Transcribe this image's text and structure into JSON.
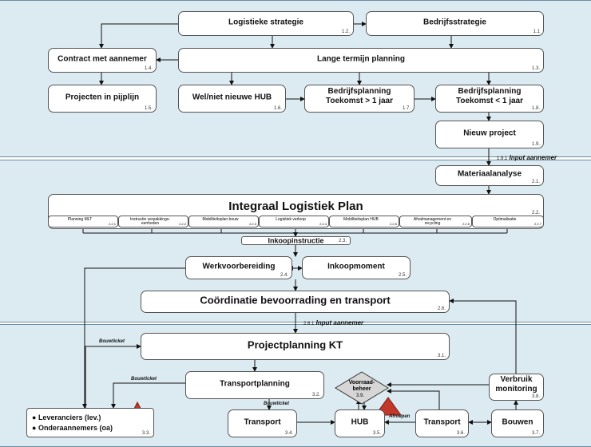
{
  "boxes": {
    "logistieke_strategie": {
      "label": "Logistieke strategie",
      "num": "1.2."
    },
    "bedrijfsstrategie": {
      "label": "Bedrijfsstrategie",
      "num": "1.1"
    },
    "contract": {
      "label": "Contract met aannemer",
      "num": "1.4."
    },
    "lange_termijn": {
      "label": "Lange termijn planning",
      "num": "1.3."
    },
    "projecten": {
      "label": "Projecten in pijplijn",
      "num": "1.5."
    },
    "hub_keuze": {
      "label": "Wel/niet nieuwe HUB",
      "num": "1.6."
    },
    "bp_groot": {
      "label": "Bedrijfsplanning\nToekomst > 1 jaar",
      "num": "1.7."
    },
    "bp_klein": {
      "label": "Bedrijfsplanning\nToekomst < 1 jaar",
      "num": "1.8."
    },
    "nieuw_project": {
      "label": "Nieuw project",
      "num": "1.9."
    },
    "materiaalanalyse": {
      "label": "Materiaalanalyse",
      "num": "2.1."
    },
    "ilp": {
      "label": "Integraal Logistiek Plan",
      "num": "2.2."
    },
    "inkoopinstructie": {
      "label": "Inkoopinstructie",
      "num": "2.3."
    },
    "werkvoorbereiding": {
      "label": "Werkvoorbereiding",
      "num": "2.4."
    },
    "inkoopmoment": {
      "label": "Inkoopmoment",
      "num": "2.5."
    },
    "coordinatie": {
      "label": "Coördinatie bevoorrading en transport",
      "num": "2.6."
    },
    "projectplanning": {
      "label": "Projectplanning KT",
      "num": "3.1."
    },
    "transportplanning": {
      "label": "Transportplanning",
      "num": "3.2."
    },
    "voorraadbeheer": {
      "label": "Voorraad-\nbeheer",
      "num": "3.9."
    },
    "verbruik": {
      "label": "Verbruik\nmonitoring",
      "num": "3.8."
    },
    "transport1": {
      "label": "Transport",
      "num": "3.4."
    },
    "hub": {
      "label": "HUB",
      "num": "3.5."
    },
    "transport2": {
      "label": "Transport",
      "num": "3.6."
    },
    "bouwen": {
      "label": "Bouwen",
      "num": "3.7."
    }
  },
  "ilp_subs": [
    {
      "label": "Planning MLT",
      "num": "2.2.1"
    },
    {
      "label": "Instructie verpakkings-\neenheden",
      "num": "2.2.2"
    },
    {
      "label": "Mobiliteitsplan bouw",
      "num": "2.2.3"
    },
    {
      "label": "Logistiek verloop",
      "num": "2.2.4"
    },
    {
      "label": "Mobiliteitsplan HUB",
      "num": "2.2.5"
    },
    {
      "label": "Afvalmanagement en\nrecycling",
      "num": "2.2.6"
    },
    {
      "label": "Optimalisatie",
      "num": "2.2.7"
    }
  ],
  "inputs": {
    "input1_num": "1.9.1",
    "input1_label": "Input aannemer",
    "input2_num": "2.6.1",
    "input2_label": "Input aannemer"
  },
  "edge_labels": {
    "bouwticket1": "Bouwticket",
    "bouwticket2": "Bouwticket",
    "bouwticket3": "Bouwticket",
    "afroepen": "Afroepen"
  },
  "legend": {
    "item1": "Leveranciers (lev.)",
    "item2": "Onderaannemers (oa)",
    "num": "3.3."
  },
  "colors": {
    "band": "#dcebf1",
    "warning": "#c0392b"
  }
}
